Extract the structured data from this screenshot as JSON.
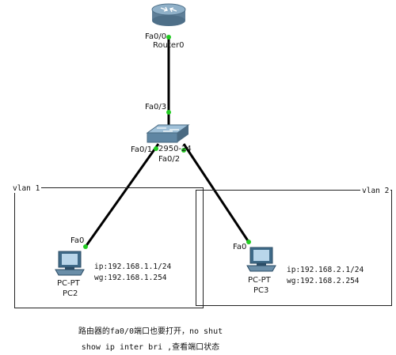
{
  "devices": {
    "router": {
      "name": "Router0",
      "port": "Fa0/0"
    },
    "switch": {
      "name": "2950-24",
      "port_up": "Fa0/3",
      "port_left": "Fa0/1",
      "port_right": "Fa0/2"
    },
    "pc2": {
      "model": "PC-PT",
      "name": "PC2",
      "port": "Fa0",
      "ip": "ip:192.168.1.1/24",
      "gw": "wg:192.168.1.254"
    },
    "pc3": {
      "model": "PC-PT",
      "name": "PC3",
      "port": "Fa0",
      "ip": "ip:192.168.2.1/24",
      "gw": "wg:192.168.2.254"
    }
  },
  "vlans": {
    "left": "vlan 1",
    "right": "vlan 2"
  },
  "notes": {
    "line1": "路由器的fa0/0端口也要打开，no shut",
    "line2": "show ip inter bri ,查看端口状态"
  },
  "colors": {
    "link": "#000000",
    "link_dot": "#22cc22",
    "router_body": "#6f8fa8",
    "switch_body": "#5f86a3"
  }
}
